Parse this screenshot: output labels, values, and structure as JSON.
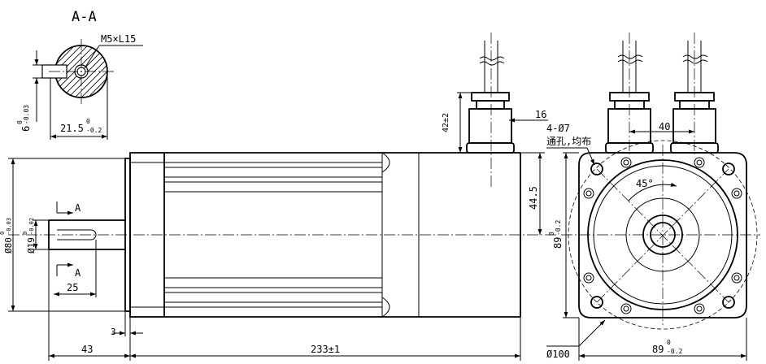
{
  "section": {
    "title": "A-A",
    "thread_note": "M5×L15",
    "key_width": "6",
    "key_width_tol": "0",
    "key_width_tol_low": "-0.03",
    "key_depth": "21.5",
    "key_depth_tol": "0",
    "key_depth_tol_low": "-0.2"
  },
  "side_view": {
    "flange_dia": "Ø80",
    "flange_dia_tol": "0",
    "flange_dia_tol_low": "-0.03",
    "shaft_dia": "Ø19",
    "shaft_dia_tol": "0",
    "shaft_dia_tol_low": "-0.02",
    "section_mark": "A",
    "key_length": "25",
    "flange_thickness": "3",
    "shaft_length": "43",
    "body_length": "233±1",
    "connector_height": "42±2",
    "connector_offset": "16",
    "center_height": "44.5"
  },
  "front_view": {
    "holes_note": "4-Ø7",
    "holes_note2": "通孔,均布",
    "connector_spacing": "40",
    "hole_angle": "45°",
    "height": "89",
    "height_tol": "0",
    "height_tol_low": "-0.2",
    "width": "89",
    "width_tol": "0",
    "width_tol_low": "-0.2",
    "pcd": "Ø100"
  }
}
